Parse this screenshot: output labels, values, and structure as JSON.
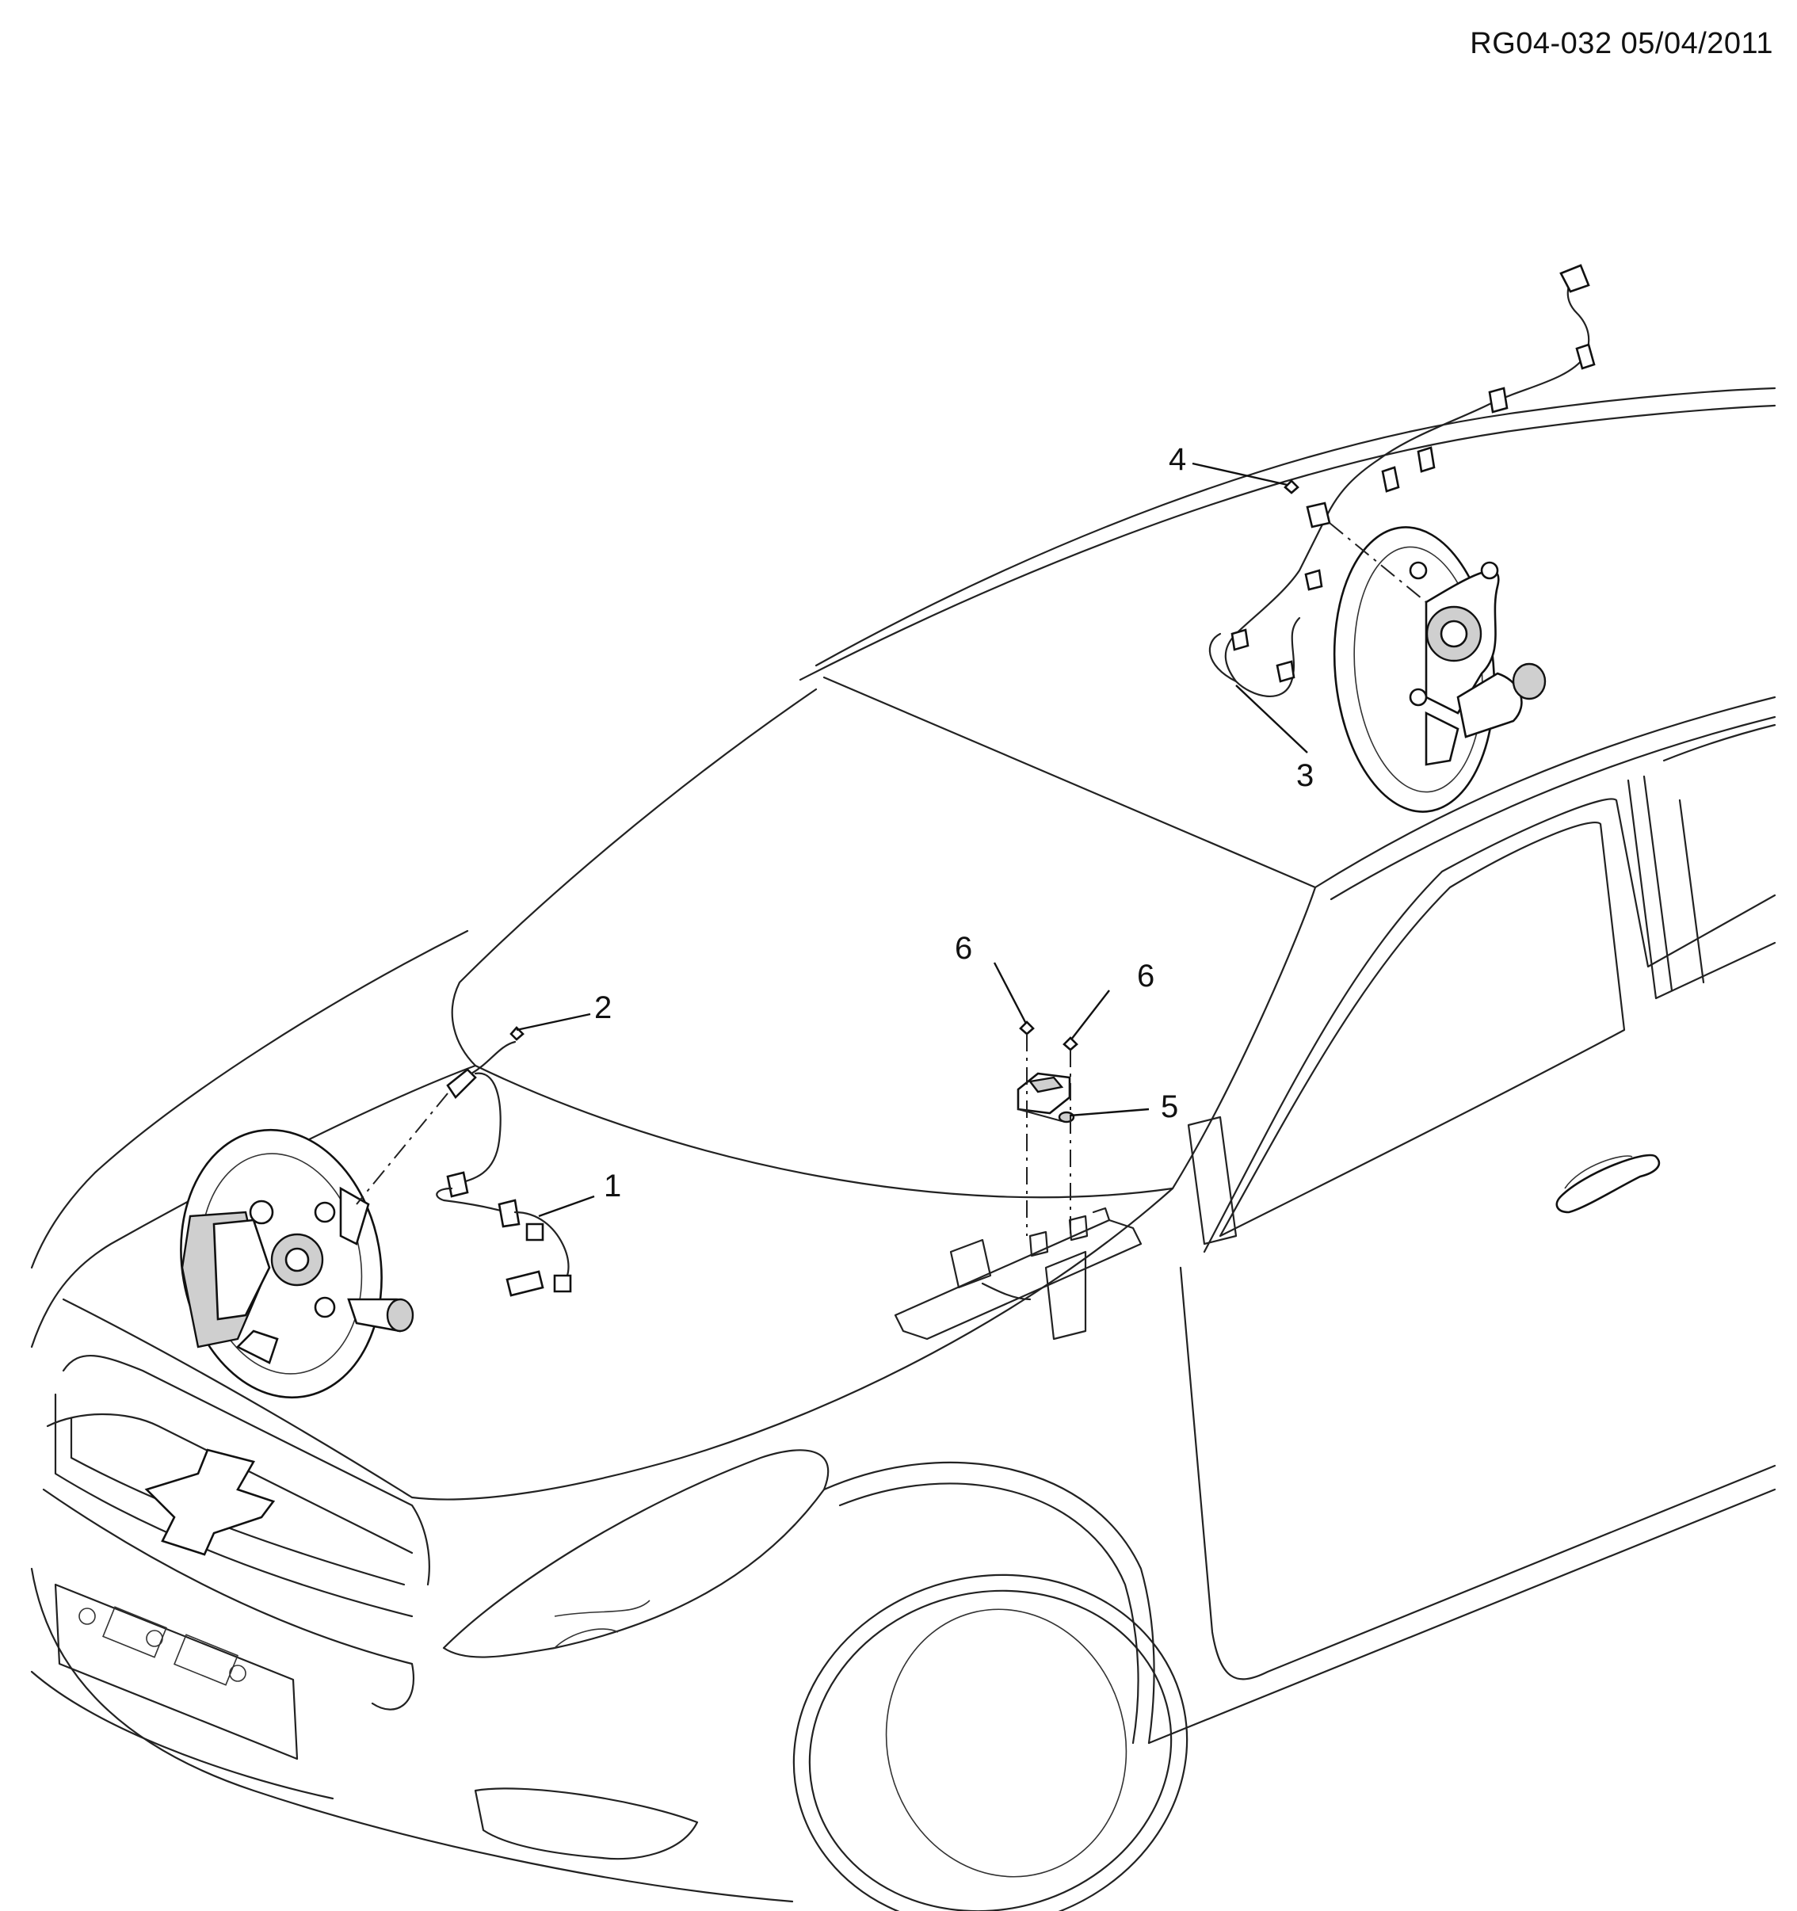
{
  "header": {
    "doc_code": "RG04-032 05/04/2011"
  },
  "callouts": [
    {
      "id": "1",
      "label": "1"
    },
    {
      "id": "2",
      "label": "2"
    },
    {
      "id": "3",
      "label": "3"
    },
    {
      "id": "4",
      "label": "4"
    },
    {
      "id": "5",
      "label": "5"
    },
    {
      "id": "6a",
      "label": "6"
    },
    {
      "id": "6b",
      "label": "6"
    }
  ],
  "colors": {
    "line": "#222222",
    "background": "#ffffff"
  }
}
